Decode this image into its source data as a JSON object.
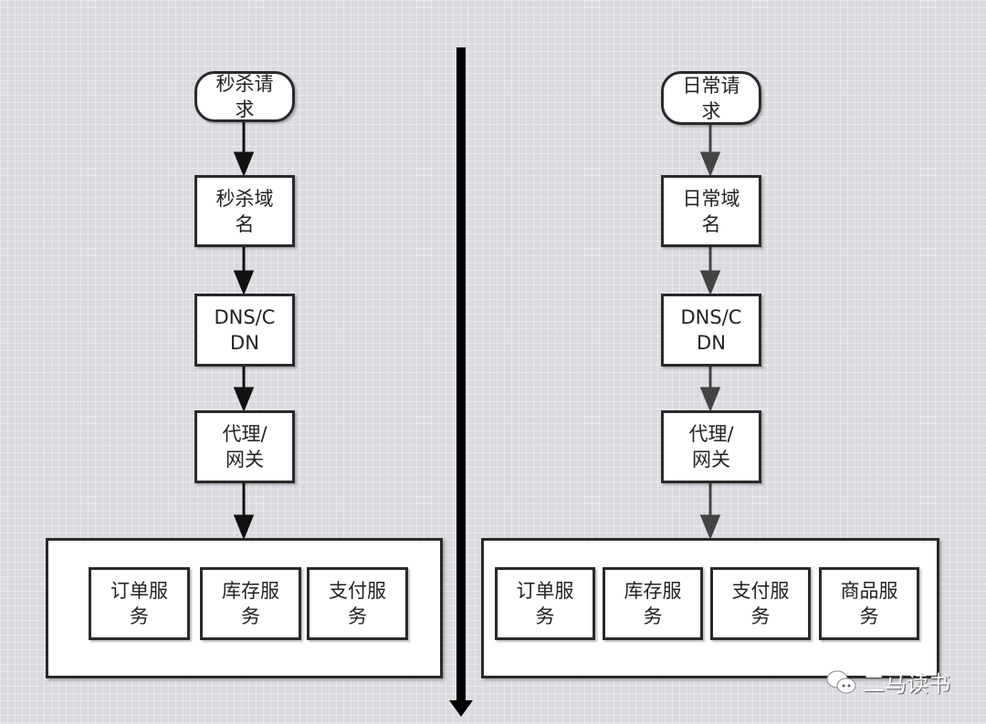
{
  "left": {
    "start": "秒杀请求",
    "steps": [
      "秒杀域名",
      "DNS/CDN",
      "代理/网关"
    ],
    "services": [
      "订单服务",
      "库存服务",
      "支付服务"
    ]
  },
  "right": {
    "start": "日常请求",
    "steps": [
      "日常域名",
      "DNS/CDN",
      "代理/网关"
    ],
    "services": [
      "订单服务",
      "库存服务",
      "支付服务",
      "商品服务"
    ]
  },
  "watermark": "二马读书"
}
